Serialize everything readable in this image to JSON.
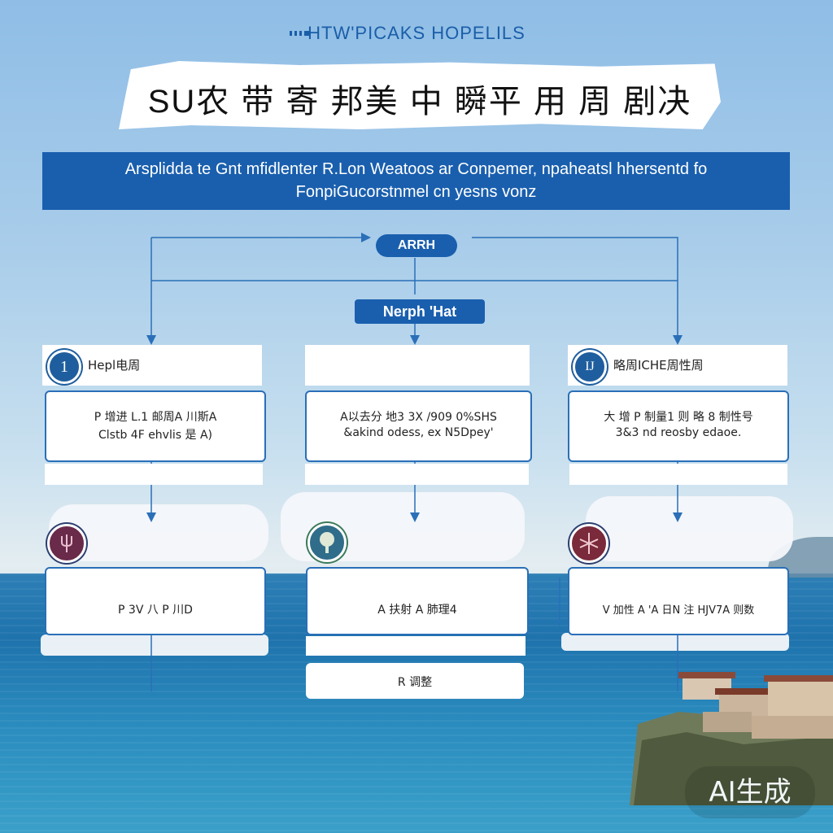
{
  "brand": "HTW'PICAKS HOPELILS",
  "title": "SU农 带 寄 邦美 中 瞬平 用 周 剧决",
  "banner": {
    "line1": "Arsplidda te Gnt mfidlenter R.Lon Weatoos ar Conpemer, npaheatsl hhersentd fo",
    "line2": "FonpiGucorstnmel cn yesns vonz"
  },
  "pill_top": "ARRH",
  "pill_mid": "Nerph 'Hat",
  "columns": [
    {
      "header": {
        "badge": "1",
        "label": "Hepl电周"
      },
      "box1": {
        "line1": "P 增进 L.1 邮周A 川斯A",
        "line2": "Clstb  4F ehvlis 是 A)"
      },
      "icon": {
        "name": "fork-icon",
        "color": "#6a2a4a"
      },
      "box2": "P 3V 八 P 川D"
    },
    {
      "header": {
        "badge": "",
        "label": ""
      },
      "box1": {
        "line1": "A以去分 地3 3X /909 0%SHS",
        "line2": "&akind odess, ex N5Dpey'"
      },
      "icon": {
        "name": "tree-icon",
        "color": "#4a8a6a"
      },
      "box2": "A 扶射 A 肺理4",
      "box3": "R 调整"
    },
    {
      "header": {
        "badge": "IJ",
        "label": "略周ICHE周性周"
      },
      "box1": {
        "line1": "大 增 P 制量1 则 略 8 制性号",
        "line2": "3&3 nd reosby edaoe."
      },
      "icon": {
        "name": "network-icon",
        "color": "#7a2a3a"
      },
      "box2": "V 加性 A 'A 日N 注 HJV7A 则数"
    }
  ],
  "watermark": "AI生成"
}
